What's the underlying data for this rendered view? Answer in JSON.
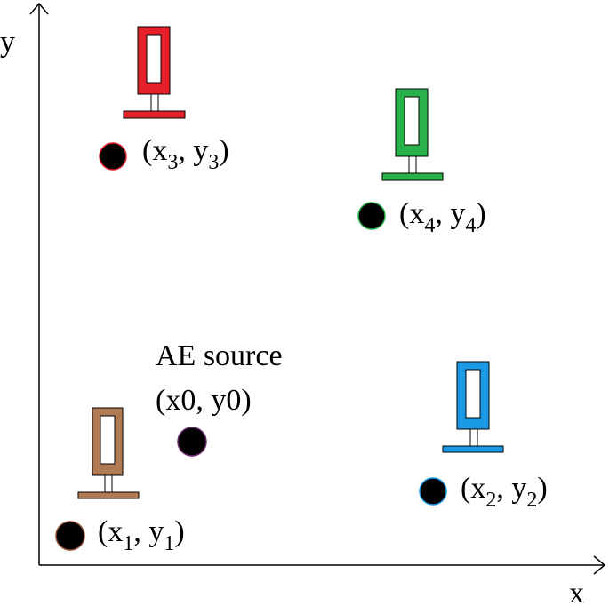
{
  "axes": {
    "x_label": "x",
    "y_label": "y"
  },
  "source": {
    "title": "AE source",
    "coords": "(x0, y0)",
    "edge_color": "#6b2a6b"
  },
  "sensors": [
    {
      "id": "1",
      "label_open": "(x",
      "sub_x": "1",
      "label_mid": ", y",
      "sub_y": "1",
      "label_close": ")",
      "color": "#b07a55",
      "dot_edge": "#8a4a30"
    },
    {
      "id": "2",
      "label_open": "(x",
      "sub_x": "2",
      "label_mid": ", y",
      "sub_y": "2",
      "label_close": ")",
      "color": "#1a9ae6",
      "dot_edge": "#1a9ae6"
    },
    {
      "id": "3",
      "label_open": "(x",
      "sub_x": "3",
      "label_mid": ", y",
      "sub_y": "3",
      "label_close": ")",
      "color": "#e5202a",
      "dot_edge": "#e5202a"
    },
    {
      "id": "4",
      "label_open": "(x",
      "sub_x": "4",
      "label_mid": ", y",
      "sub_y": "4",
      "label_close": ")",
      "color": "#2ab24a",
      "dot_edge": "#2ab24a"
    }
  ]
}
